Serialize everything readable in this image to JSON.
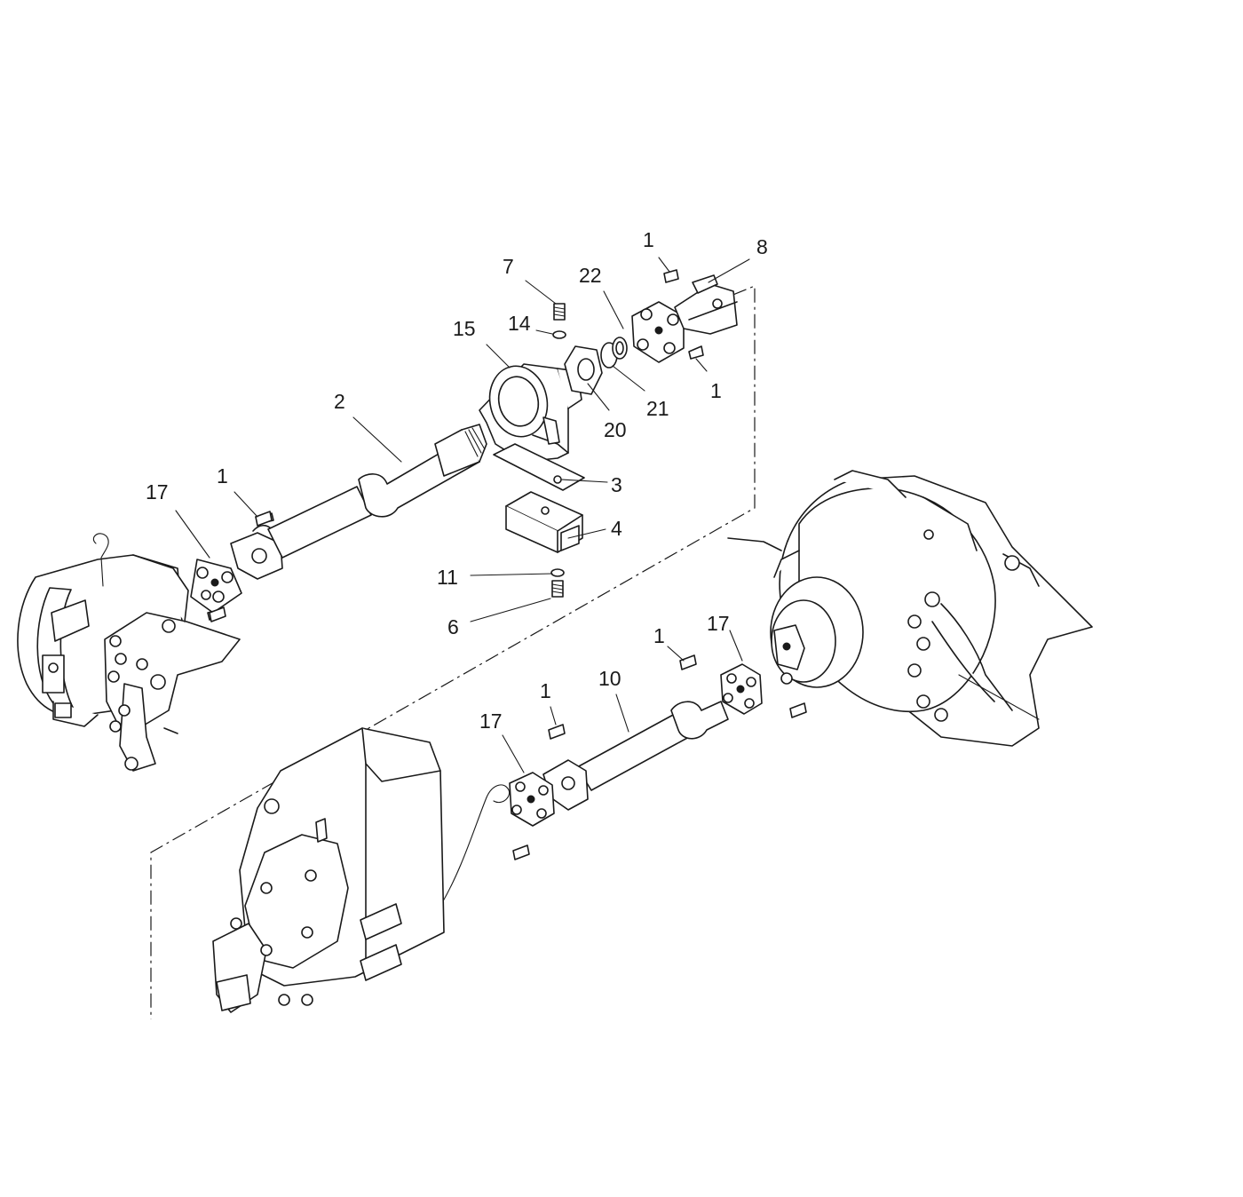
{
  "callouts": [
    {
      "id": "c1a",
      "text": "1"
    },
    {
      "id": "c8",
      "text": "8"
    },
    {
      "id": "c7",
      "text": "7"
    },
    {
      "id": "c22",
      "text": "22"
    },
    {
      "id": "c14",
      "text": "14"
    },
    {
      "id": "c15",
      "text": "15"
    },
    {
      "id": "c1b",
      "text": "1"
    },
    {
      "id": "c21",
      "text": "21"
    },
    {
      "id": "c20",
      "text": "20"
    },
    {
      "id": "c2",
      "text": "2"
    },
    {
      "id": "c3",
      "text": "3"
    },
    {
      "id": "c1c",
      "text": "1"
    },
    {
      "id": "c17a",
      "text": "17"
    },
    {
      "id": "c4",
      "text": "4"
    },
    {
      "id": "c11",
      "text": "11"
    },
    {
      "id": "c6",
      "text": "6"
    },
    {
      "id": "c1d",
      "text": "1"
    },
    {
      "id": "c17b",
      "text": "17"
    },
    {
      "id": "c1e",
      "text": "1"
    },
    {
      "id": "c10",
      "text": "10"
    },
    {
      "id": "c17c",
      "text": "17"
    }
  ]
}
